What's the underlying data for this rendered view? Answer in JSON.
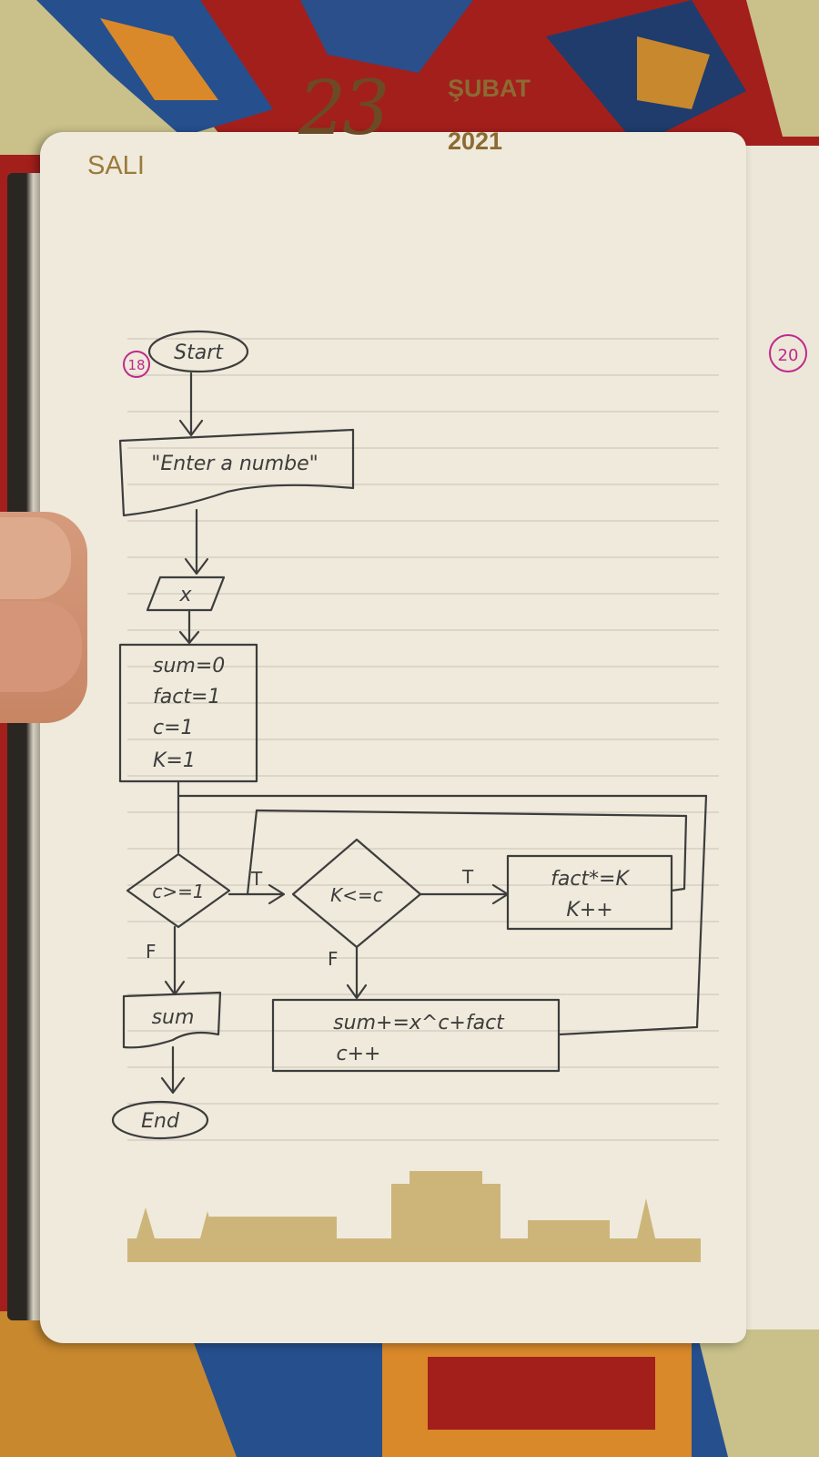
{
  "planner": {
    "day_name": "SALI",
    "day_number": "23",
    "month": "ŞUBAT",
    "year": "2021"
  },
  "flowchart": {
    "page_number": "18",
    "start": "Start",
    "prompt": "\"Enter a numbe\"",
    "input": "x",
    "init": [
      "sum=0",
      "fact=1",
      "c=1",
      "K=1"
    ],
    "cond_outer": "c>=1",
    "cond_inner": "K<=c",
    "true_label_outer": "T",
    "true_label_inner": "T",
    "false_label_outer": "F",
    "false_label_inner": "F",
    "loop_body": [
      "fact*=K",
      "K++"
    ],
    "update": [
      "sum+=x^c+fact",
      "c++"
    ],
    "output": "sum",
    "end": "End"
  },
  "next_page": {
    "page_number": "20"
  }
}
